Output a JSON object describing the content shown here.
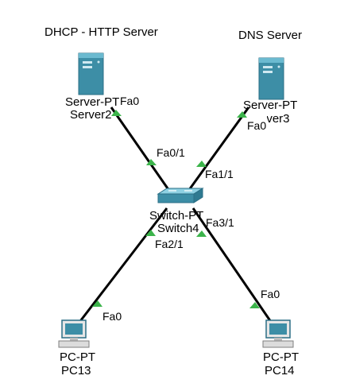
{
  "labels": {
    "dhcp_http": "DHCP - HTTP Server",
    "dns": "DNS Server"
  },
  "devices": {
    "server2": {
      "type": "Server-PT",
      "name": "Server2"
    },
    "server3": {
      "type": "Server-PT",
      "name": "Server3"
    },
    "switch4": {
      "type": "Switch-PT",
      "name": "Switch4"
    },
    "pc13": {
      "type": "PC-PT",
      "name": "PC13"
    },
    "pc14": {
      "type": "PC-PT",
      "name": "PC14"
    }
  },
  "interfaces": {
    "server2_fa0": "Fa0",
    "server3_fa0": "Fa0",
    "switch_fa01": "Fa0/1",
    "switch_fa11": "Fa1/1",
    "switch_fa21": "Fa2/1",
    "switch_fa31": "Fa3/1",
    "pc13_fa0": "Fa0",
    "pc14_fa0": "Fa0"
  },
  "colors": {
    "link": "#000000",
    "port_up": "#3cb44b",
    "server_body": "#4a9fb5",
    "switch_body": "#4a9fb5"
  }
}
